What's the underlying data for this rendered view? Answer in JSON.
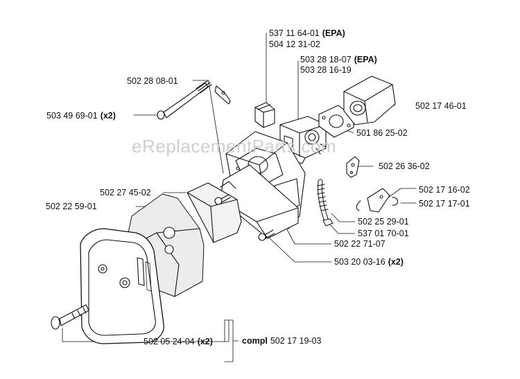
{
  "watermark": "eReplacementParts.com",
  "callouts": [
    {
      "id": "c-537116401",
      "number": "537 11 64-01",
      "suffix": "(EPA)"
    },
    {
      "id": "c-504123102",
      "number": "504 12 31-02",
      "suffix": ""
    },
    {
      "id": "c-503281807",
      "number": "503 28 18-07",
      "suffix": "(EPA)"
    },
    {
      "id": "c-503281619",
      "number": "503 28 16-19",
      "suffix": ""
    },
    {
      "id": "c-502280801",
      "number": "502 28 08-01",
      "suffix": ""
    },
    {
      "id": "c-502174601",
      "number": "502 17 46-01",
      "suffix": ""
    },
    {
      "id": "c-503496901",
      "number": "503 49 69-01",
      "suffix": "(x2)"
    },
    {
      "id": "c-501862502",
      "number": "501 86 25-02",
      "suffix": ""
    },
    {
      "id": "c-502263602",
      "number": "502 26 36-02",
      "suffix": ""
    },
    {
      "id": "c-502274502",
      "number": "502 27 45-02",
      "suffix": ""
    },
    {
      "id": "c-502171602",
      "number": "502 17 16-02",
      "suffix": ""
    },
    {
      "id": "c-502225901",
      "number": "502 22 59-01",
      "suffix": ""
    },
    {
      "id": "c-502171701",
      "number": "502 17 17-01",
      "suffix": ""
    },
    {
      "id": "c-502252901",
      "number": "502 25 29-01",
      "suffix": ""
    },
    {
      "id": "c-537017001",
      "number": "537 01 70-01",
      "suffix": ""
    },
    {
      "id": "c-502227107",
      "number": "502 22 71-07",
      "suffix": ""
    },
    {
      "id": "c-503200316",
      "number": "503 20 03-16",
      "suffix": "(x2)"
    },
    {
      "id": "c-502171903",
      "number": "502 17 19-03",
      "prefix": "compl",
      "suffix": ""
    },
    {
      "id": "c-502052404",
      "number": "502 05 24-04",
      "suffix": "(x2)"
    }
  ]
}
